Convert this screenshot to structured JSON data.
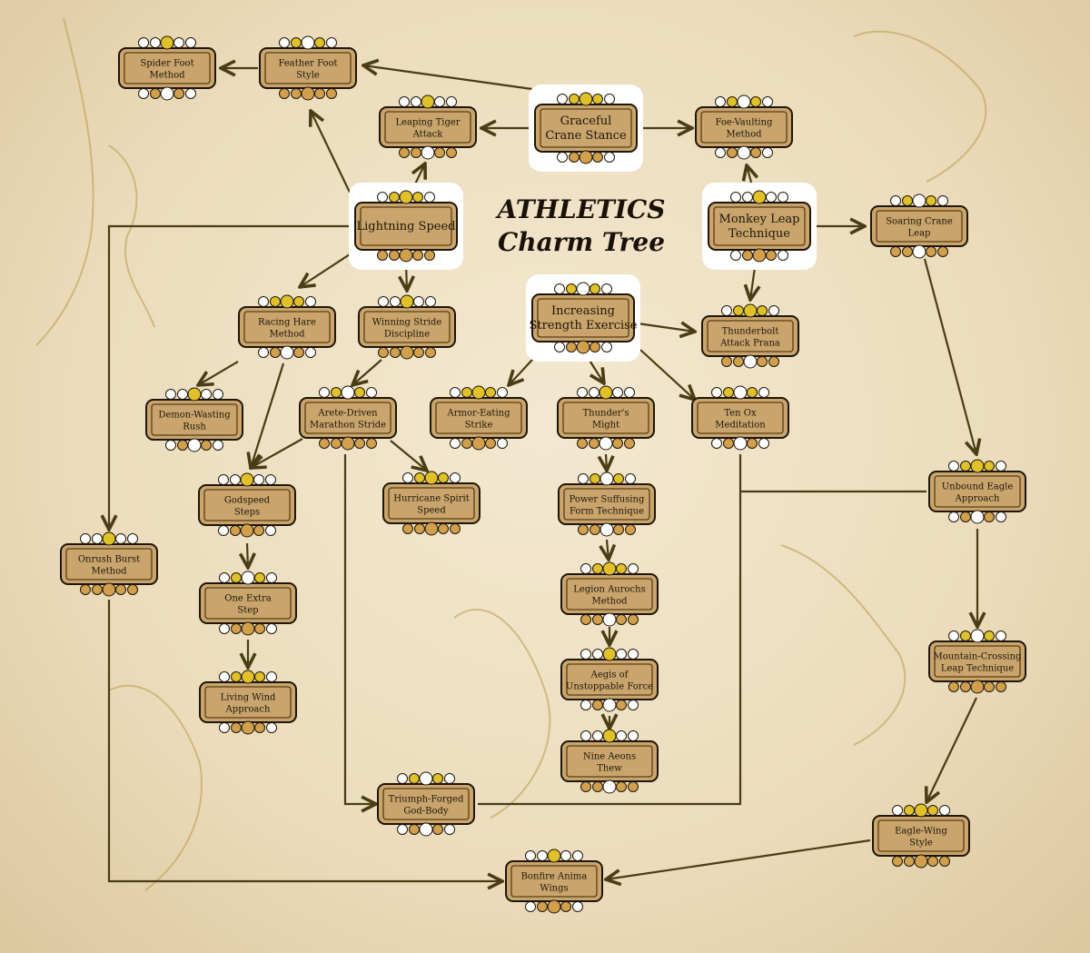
{
  "title": {
    "line1": "ATHLETICS",
    "line2": "Charm Tree"
  },
  "colors": {
    "box": "#c9a56d",
    "border": "#5a3d12",
    "line": "#4a3c14",
    "gold": "#e0c12a",
    "amber": "#d29f4c",
    "white": "#ffffff"
  },
  "nodes": [
    {
      "id": "spider",
      "lines": [
        "Spider Foot",
        "Method"
      ]
    },
    {
      "id": "feather",
      "lines": [
        "Feather Foot",
        "Style"
      ]
    },
    {
      "id": "graceful",
      "lines": [
        "Graceful",
        "Crane Stance"
      ]
    },
    {
      "id": "tiger",
      "lines": [
        "Leaping Tiger",
        "Attack"
      ]
    },
    {
      "id": "foe",
      "lines": [
        "Foe-Vaulting",
        "Method"
      ]
    },
    {
      "id": "lightning",
      "lines": [
        "Lightning Speed"
      ]
    },
    {
      "id": "monkey",
      "lines": [
        "Monkey Leap",
        "Technique"
      ]
    },
    {
      "id": "soaring",
      "lines": [
        "Soaring Crane",
        "Leap"
      ]
    },
    {
      "id": "hare",
      "lines": [
        "Racing Hare",
        "Method"
      ]
    },
    {
      "id": "winning",
      "lines": [
        "Winning Stride",
        "Discipline"
      ]
    },
    {
      "id": "strength",
      "lines": [
        "Increasing",
        "Strength Exercise"
      ]
    },
    {
      "id": "thunderbolt",
      "lines": [
        "Thunderbolt",
        "Attack Prana"
      ]
    },
    {
      "id": "demon",
      "lines": [
        "Demon-Wasting",
        "Rush"
      ]
    },
    {
      "id": "arete",
      "lines": [
        "Arete-Driven",
        "Marathon Stride"
      ]
    },
    {
      "id": "armor",
      "lines": [
        "Armor-Eating",
        "Strike"
      ]
    },
    {
      "id": "thunder",
      "lines": [
        "Thunder's",
        "Might"
      ]
    },
    {
      "id": "tenox",
      "lines": [
        "Ten Ox",
        "Meditation"
      ]
    },
    {
      "id": "hurricane",
      "lines": [
        "Hurricane Spirit",
        "Speed"
      ]
    },
    {
      "id": "godspeed",
      "lines": [
        "Godspeed",
        "Steps"
      ]
    },
    {
      "id": "power",
      "lines": [
        "Power Suffusing",
        "Form Technique"
      ]
    },
    {
      "id": "unbound",
      "lines": [
        "Unbound Eagle",
        "Approach"
      ]
    },
    {
      "id": "onrush",
      "lines": [
        "Onrush Burst",
        "Method"
      ]
    },
    {
      "id": "extra",
      "lines": [
        "One Extra",
        "Step"
      ]
    },
    {
      "id": "legion",
      "lines": [
        "Legion Aurochs",
        "Method"
      ]
    },
    {
      "id": "aegis",
      "lines": [
        "Aegis of",
        "Unstoppable Force"
      ]
    },
    {
      "id": "mountain",
      "lines": [
        "Mountain-Crossing",
        "Leap Technique"
      ]
    },
    {
      "id": "living",
      "lines": [
        "Living Wind",
        "Approach"
      ]
    },
    {
      "id": "nine",
      "lines": [
        "Nine Aeons",
        "Thew"
      ]
    },
    {
      "id": "triumph",
      "lines": [
        "Triumph-Forged",
        "God-Body"
      ]
    },
    {
      "id": "eagle",
      "lines": [
        "Eagle-Wing",
        "Style"
      ]
    },
    {
      "id": "bonfire",
      "lines": [
        "Bonfire Anima",
        "Wings"
      ]
    }
  ]
}
